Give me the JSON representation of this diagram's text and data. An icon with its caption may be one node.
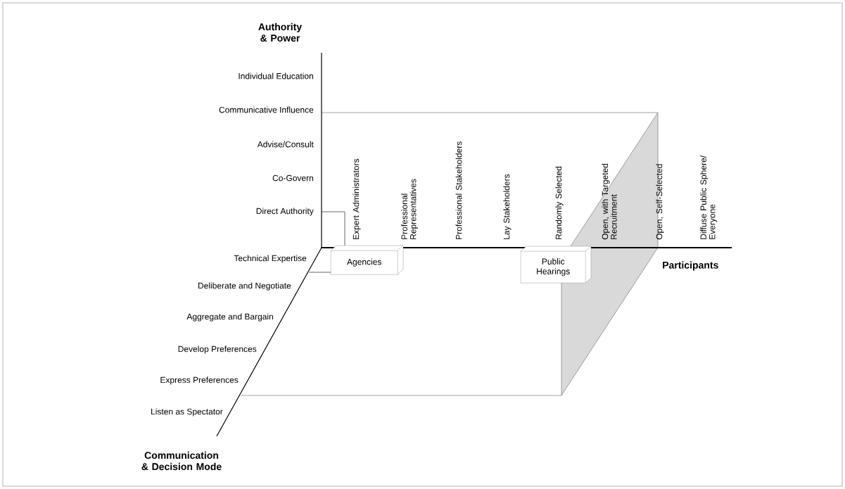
{
  "diagram": {
    "nodes": [
      {
        "text": [
          "Agencies"
        ]
      },
      {
        "text": [
          "Public Hearings"
        ]
      }
    ],
    "labels": [
      "Authority & Power",
      "Individual Education",
      "Communicative Influence",
      "Advise/Consult",
      "Co-Govern",
      "Direct Authority",
      "Expert Administrators",
      "Professional Representatives",
      "Professional Stakeholders",
      "Lay Stakeholders",
      "Randomly Selected",
      "Open, with Targeted Recruitment",
      "Open, Self-Selected",
      "Diffuse Public Sphere/ Everyone",
      "Participants",
      "Technical Expertise",
      "Deliberate and Negotiate",
      "Aggregate and Bargain",
      "Develop Preferences",
      "Express Preferences",
      "Listen as Spectator",
      "Communication & Decision Mode"
    ]
  }
}
